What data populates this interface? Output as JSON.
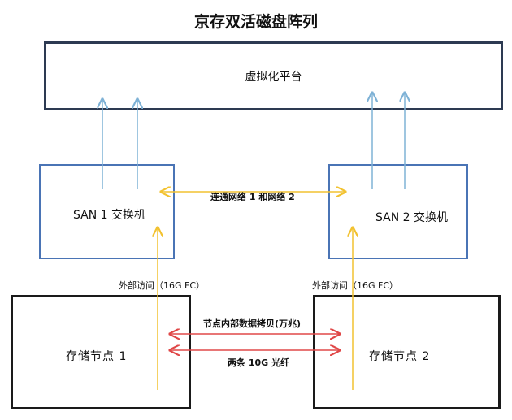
{
  "title": "京存双活磁盘阵列",
  "nodes": {
    "platform": "虚拟化平台",
    "san1": "SAN 1 交换机",
    "san2": "SAN 2 交换机",
    "storage1": "存储节点   1",
    "storage2": "存储节点   2"
  },
  "edges": {
    "san_link": "连通网络 1 和网络 2",
    "external_access_1": "外部访问（16G  FC）",
    "external_access_2": "外部访问（16G  FC）",
    "node_copy": "节点内部数据拷贝(万兆)",
    "fiber": "两条 10G 光纤"
  },
  "colors": {
    "platform_border": "#2d3a52",
    "san_border": "#4a74b5",
    "node_border": "#1a1a1a",
    "uplink_arrow": "#7fb2d6",
    "access_arrow": "#f2c230",
    "copy_arrow": "#e04848",
    "san_link_arrow": "#f2c230"
  }
}
